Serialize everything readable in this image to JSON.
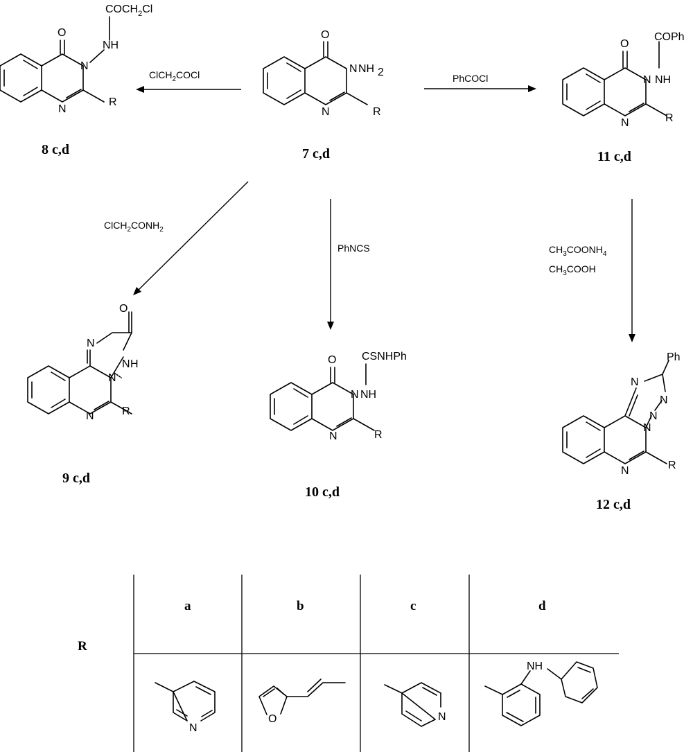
{
  "compounds": {
    "c7": {
      "label": "7 c,d",
      "subst": "NH",
      "sub2": "2",
      "R": "R",
      "O": "O",
      "N": "N"
    },
    "c8": {
      "label": "8 c,d",
      "acyl": "COCH",
      "acyl2": "2",
      "acyl3": "Cl",
      "nh": "NH",
      "R": "R",
      "O": "O",
      "N3": "N",
      "N": "N"
    },
    "c9": {
      "label": "9 c,d",
      "O": "O",
      "N1": "N",
      "NH": "N",
      "H": "H",
      "Nb": "N",
      "N": "N",
      "R": "R"
    },
    "c10": {
      "label": "10 c,d",
      "acyl": "CSNHPh",
      "nh": "NH",
      "N3": "N",
      "O": "O",
      "N": "N",
      "R": "R"
    },
    "c11": {
      "label": "11 c,d",
      "acyl": "COPh",
      "nh": "NH",
      "N3": "N",
      "O": "O",
      "N": "N",
      "R": "R"
    },
    "c12": {
      "label": "12 c,d",
      "Ph": "Ph",
      "N1": "N",
      "N2": "N",
      "N3": "N",
      "N4": "N",
      "N": "N",
      "R": "R"
    }
  },
  "reagents": {
    "to8": {
      "a": "ClCH",
      "a2": "2",
      "b": "COCl"
    },
    "to11": {
      "a": "PhCOCl"
    },
    "to9": {
      "a": "ClCH",
      "a2": "2",
      "b": "CONH",
      "b2": "2"
    },
    "to10": {
      "a": "PhNCS"
    },
    "to12": {
      "l1a": "CH",
      "l1b": "3",
      "l1c": "COONH",
      "l1d": "4",
      "l2a": "CH",
      "l2b": "3",
      "l2c": "COOH"
    }
  },
  "table": {
    "row_header": "R",
    "columns": [
      "a",
      "b",
      "c",
      "d"
    ],
    "structures": {
      "a": {
        "N": "N"
      },
      "b": {
        "O": "O"
      },
      "c": {
        "N": "N"
      },
      "d": {
        "NH": "NH"
      }
    }
  }
}
